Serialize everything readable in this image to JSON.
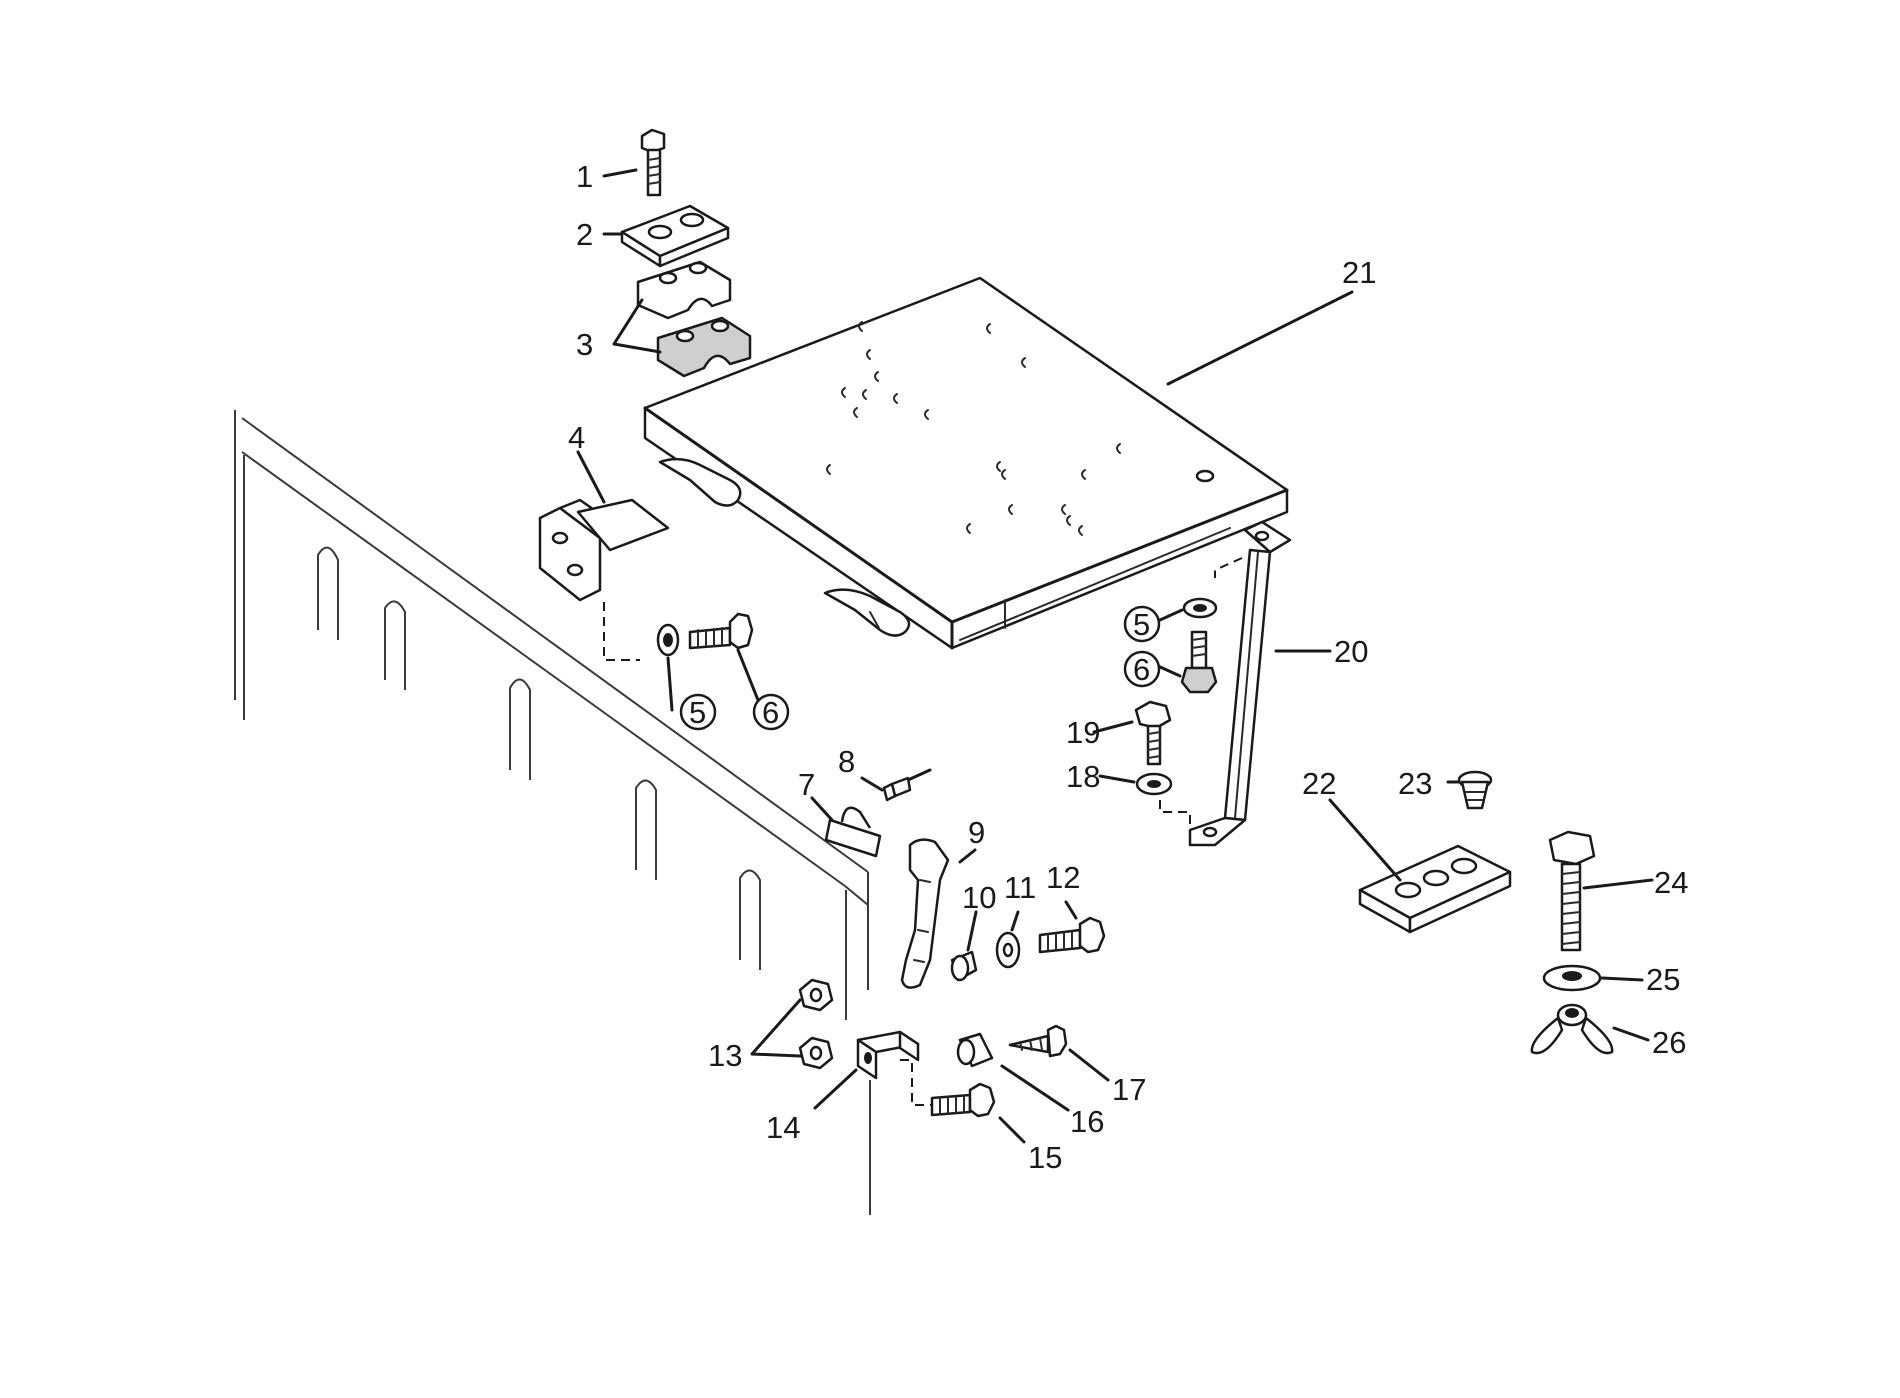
{
  "callouts": [
    {
      "id": "1",
      "label": "1"
    },
    {
      "id": "2",
      "label": "2"
    },
    {
      "id": "3",
      "label": "3"
    },
    {
      "id": "4",
      "label": "4"
    },
    {
      "id": "5a",
      "label": "5"
    },
    {
      "id": "6a",
      "label": "6"
    },
    {
      "id": "5b",
      "label": "5"
    },
    {
      "id": "6b",
      "label": "6"
    },
    {
      "id": "7",
      "label": "7"
    },
    {
      "id": "8",
      "label": "8"
    },
    {
      "id": "9",
      "label": "9"
    },
    {
      "id": "10",
      "label": "10"
    },
    {
      "id": "11",
      "label": "11"
    },
    {
      "id": "12",
      "label": "12"
    },
    {
      "id": "13",
      "label": "13"
    },
    {
      "id": "14",
      "label": "14"
    },
    {
      "id": "15",
      "label": "15"
    },
    {
      "id": "16",
      "label": "16"
    },
    {
      "id": "17",
      "label": "17"
    },
    {
      "id": "18",
      "label": "18"
    },
    {
      "id": "19",
      "label": "19"
    },
    {
      "id": "20",
      "label": "20"
    },
    {
      "id": "21",
      "label": "21"
    },
    {
      "id": "22",
      "label": "22"
    },
    {
      "id": "23",
      "label": "23"
    },
    {
      "id": "24",
      "label": "24"
    },
    {
      "id": "25",
      "label": "25"
    },
    {
      "id": "26",
      "label": "26"
    }
  ]
}
